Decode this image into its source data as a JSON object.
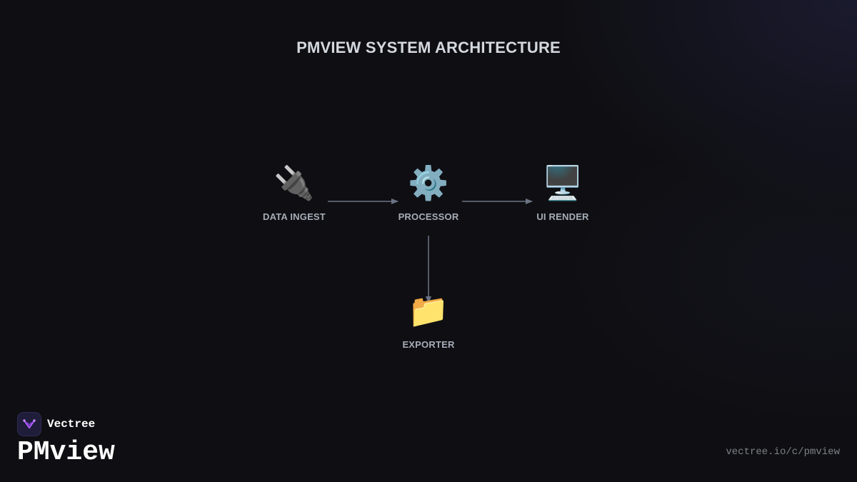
{
  "diagram": {
    "title": "PMVIEW SYSTEM ARCHITECTURE",
    "nodes": {
      "ingest": {
        "label": "DATA INGEST",
        "icon": "plug-icon",
        "glyph": "🔌"
      },
      "processor": {
        "label": "PROCESSOR",
        "icon": "gear-icon",
        "glyph": "⚙️"
      },
      "render": {
        "label": "UI RENDER",
        "icon": "monitor-icon",
        "glyph": "🖥️"
      },
      "exporter": {
        "label": "EXPORTER",
        "icon": "folder-icon",
        "glyph": "📁"
      }
    },
    "edges": [
      {
        "from": "DATA INGEST",
        "to": "PROCESSOR"
      },
      {
        "from": "PROCESSOR",
        "to": "UI RENDER"
      },
      {
        "from": "PROCESSOR",
        "to": "EXPORTER"
      }
    ],
    "edge_color": "#6b7385"
  },
  "brand": {
    "company": "Vectree",
    "product": "PMview",
    "url": "vectree.io/c/pmview",
    "logo_icon": "vectree-logo-icon",
    "accent": "#b05cff"
  }
}
